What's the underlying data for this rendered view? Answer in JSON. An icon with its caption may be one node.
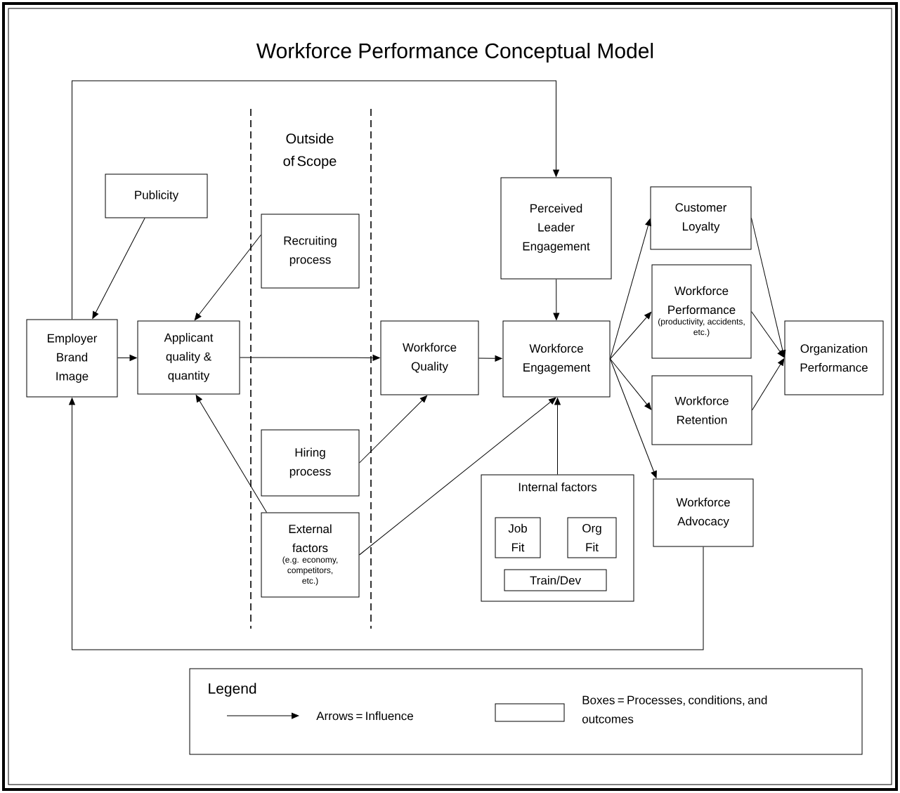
{
  "diagram": {
    "title": "Workforce Performance Conceptual Model",
    "nodes": [
      {
        "text": [
          "Publicity"
        ]
      },
      {
        "text": [
          "Recruiting process"
        ]
      },
      {
        "text": [
          "Perceived Leader Engagement"
        ]
      },
      {
        "text": [
          "Customer Loyalty"
        ]
      },
      {
        "text": [
          "Employer Brand Image"
        ]
      },
      {
        "text": [
          "Applicant quality & quantity"
        ]
      },
      {
        "text": [
          "Workforce Quality"
        ]
      },
      {
        "text": [
          "Workforce Engagement"
        ]
      },
      {
        "text": [
          "Workforce Performance",
          "(productivity, accidents, etc.)"
        ]
      },
      {
        "text": [
          "Organization Performance"
        ]
      },
      {
        "text": [
          "Workforce Retention"
        ]
      },
      {
        "text": [
          "Hiring process"
        ]
      },
      {
        "text": [
          "Internal factors"
        ]
      },
      {
        "text": [
          "Job Fit"
        ],
        "in": 12
      },
      {
        "text": [
          "Org Fit"
        ],
        "in": 12
      },
      {
        "text": [
          "Train/Dev"
        ],
        "in": 12
      },
      {
        "text": [
          "External factors",
          "(e.g. economy, competitors, etc.)"
        ]
      },
      {
        "text": [
          "Workforce Advocacy"
        ]
      }
    ],
    "edges": [
      {
        "from": 0,
        "to": 4,
        "arrow": "to"
      },
      {
        "from": 1,
        "to": 5,
        "arrow": "to"
      },
      {
        "from": 4,
        "to": 5,
        "arrow": "to"
      },
      {
        "from": 5,
        "to": 6,
        "arrow": "to"
      },
      {
        "from": 11,
        "to": 6,
        "arrow": "to"
      },
      {
        "from": 16,
        "to": 5,
        "arrow": "to"
      },
      {
        "from": 16,
        "to": 7,
        "arrow": "to"
      },
      {
        "from": 6,
        "to": 7,
        "arrow": "to"
      },
      {
        "from": 2,
        "to": 7,
        "arrow": "to"
      },
      {
        "from": 12,
        "to": 7,
        "arrow": "to"
      },
      {
        "from": 4,
        "to": 2,
        "arrow": "to"
      },
      {
        "from": 7,
        "to": 3,
        "arrow": "to"
      },
      {
        "from": 7,
        "to": 8,
        "arrow": "to"
      },
      {
        "from": 7,
        "to": 10,
        "arrow": "to"
      },
      {
        "from": 7,
        "to": 17,
        "arrow": "to"
      },
      {
        "from": 3,
        "to": 9,
        "arrow": "to"
      },
      {
        "from": 8,
        "to": 9,
        "arrow": "to"
      },
      {
        "from": 10,
        "to": 9,
        "arrow": "to"
      },
      {
        "from": 17,
        "to": 4,
        "arrow": "to"
      }
    ],
    "labels": [
      "Outside of Scope",
      "Legend"
    ],
    "legend": [
      {
        "text": "Arrows = Influence"
      },
      {
        "text": "Boxes = Processes, conditions, and outcomes"
      }
    ]
  }
}
